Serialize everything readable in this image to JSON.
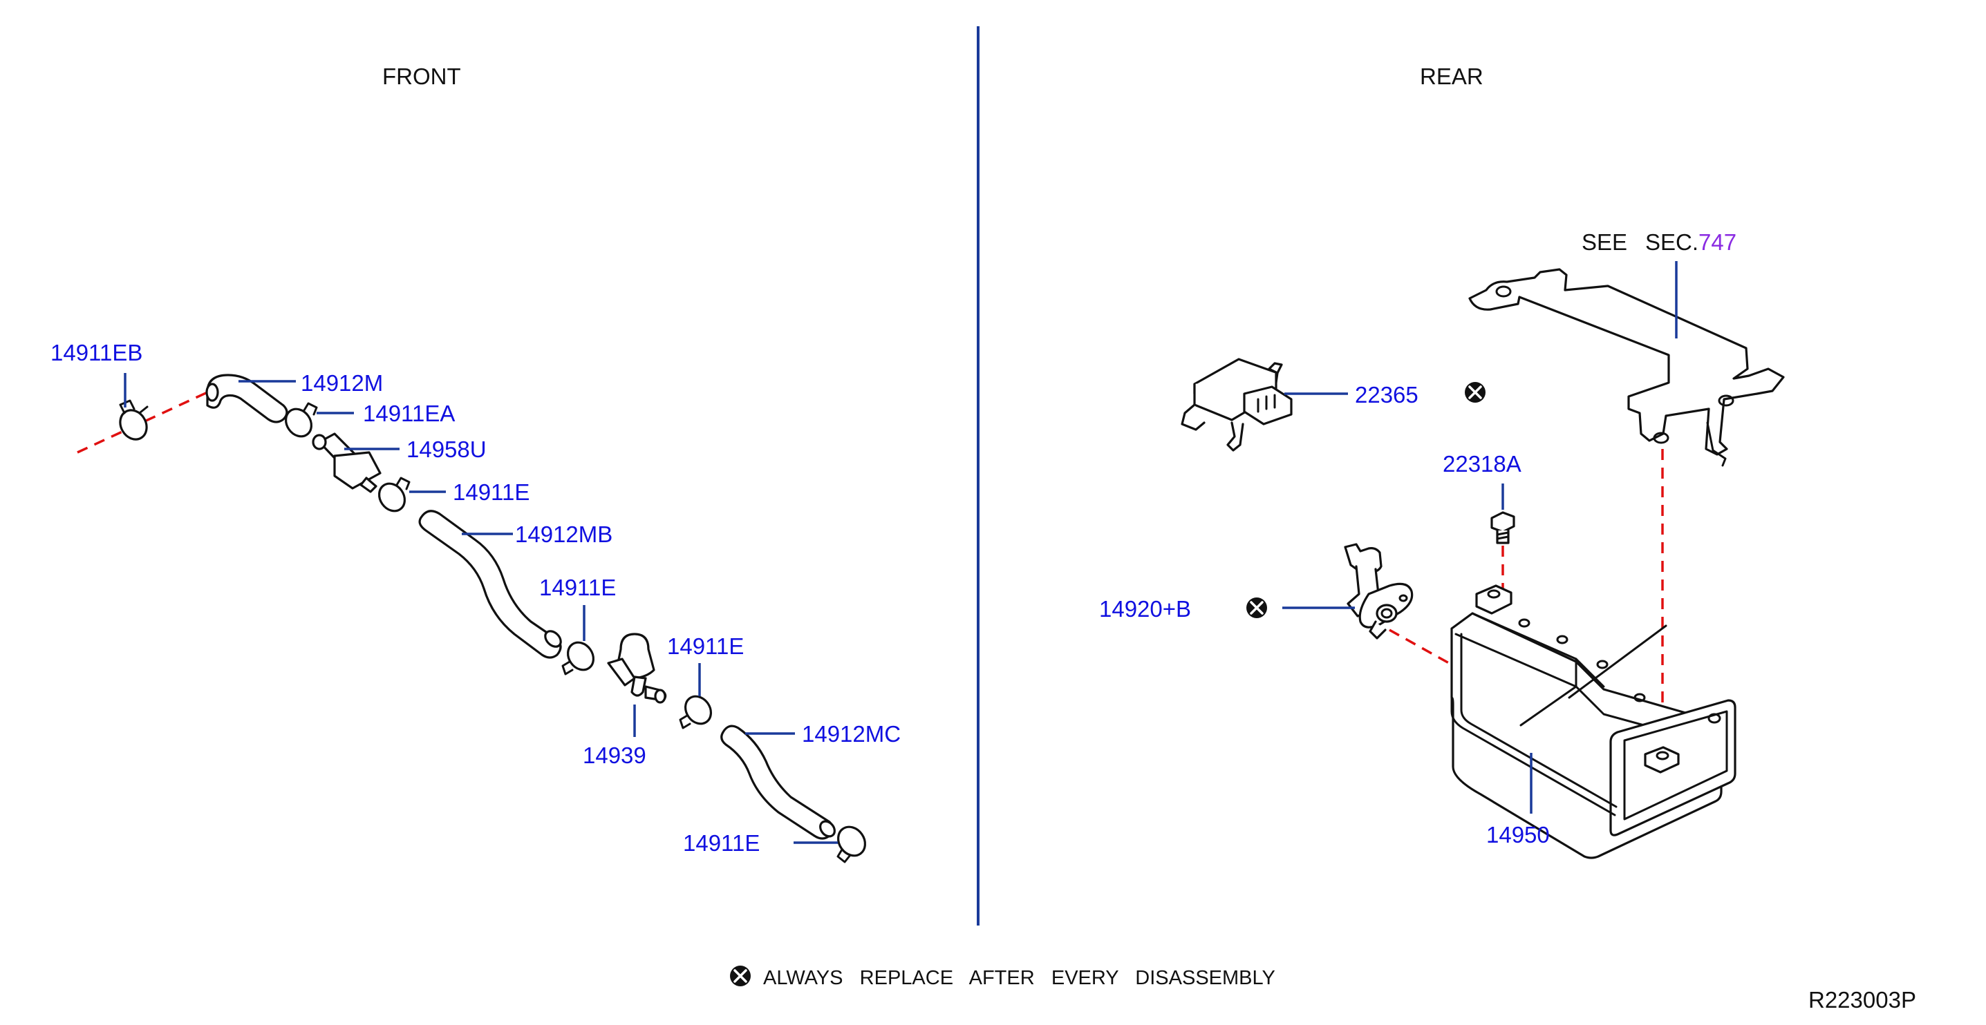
{
  "sections": {
    "front": "FRONT",
    "rear": "REAR"
  },
  "labels": {
    "p14911EB": "14911EB",
    "p14912M": "14912M",
    "p14911EA": "14911EA",
    "p14958U": "14958U",
    "p14911E_a": "14911E",
    "p14912MB": "14912MB",
    "p14911E_b": "14911E",
    "p14939": "14939",
    "p14911E_c": "14911E",
    "p14912MC": "14912MC",
    "p14911E_d": "14911E",
    "p22365": "22365",
    "p22318A": "22318A",
    "p14920B": "14920+B",
    "p14950": "14950"
  },
  "see_sec": {
    "prefix": "SEE",
    "sec": "SEC.",
    "number": "747"
  },
  "legend": {
    "text": "ALWAYS   REPLACE   AFTER   EVERY   DISASSEMBLY"
  },
  "diagram_code": "R223003P",
  "colors": {
    "label": "#1010e0",
    "leader": "#1a3a9a",
    "dashed": "#e01010",
    "section_ref": "#8a2be2"
  }
}
